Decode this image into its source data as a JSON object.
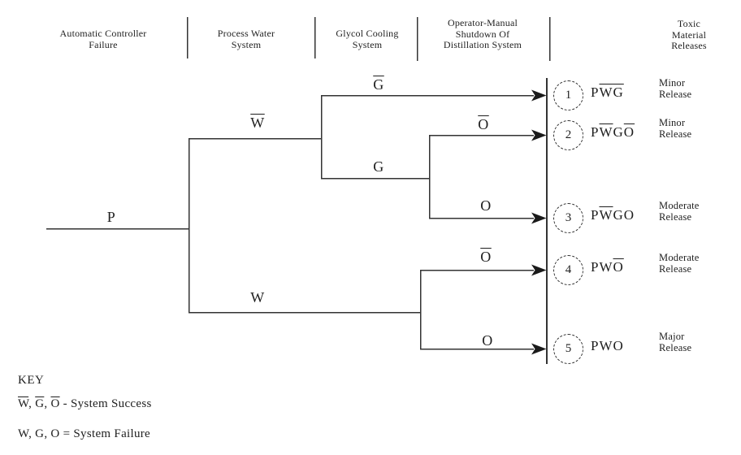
{
  "diagram": {
    "columns": [
      {
        "title": "Automatic Controller\nFailure"
      },
      {
        "title": "Process Water\nSystem"
      },
      {
        "title": "Glycol Cooling\nSystem"
      },
      {
        "title": "Operator-Manual\nShutdown Of\nDistillation System"
      },
      {
        "title": "Toxic Material\nReleases"
      }
    ],
    "initiating_event": {
      "label": "P"
    },
    "branches": {
      "w_success": [
        {
          "t": "W",
          "bar": true
        }
      ],
      "w_failure": [
        {
          "t": "W"
        }
      ],
      "g_success": [
        {
          "t": "G",
          "bar": true
        }
      ],
      "g_failure": [
        {
          "t": "G"
        }
      ],
      "o_success_upper": [
        {
          "t": "O",
          "bar": true
        }
      ],
      "o_failure_upper": [
        {
          "t": "O"
        }
      ],
      "o_success_lower": [
        {
          "t": "O",
          "bar": true
        }
      ],
      "o_failure_lower": [
        {
          "t": "O"
        }
      ]
    },
    "outcomes": [
      {
        "number": "1",
        "sequence": [
          {
            "t": "P"
          },
          {
            "t": "W",
            "bar": true
          },
          {
            "t": "G",
            "bar": true
          }
        ],
        "release": "Minor\nRelease"
      },
      {
        "number": "2",
        "sequence": [
          {
            "t": "P"
          },
          {
            "t": "W",
            "bar": true
          },
          {
            "t": "G"
          },
          {
            "t": "O",
            "bar": true
          }
        ],
        "release": "Minor\nRelease"
      },
      {
        "number": "3",
        "sequence": [
          {
            "t": "P"
          },
          {
            "t": "W",
            "bar": true
          },
          {
            "t": "G"
          },
          {
            "t": "O"
          }
        ],
        "release": "Moderate\nRelease"
      },
      {
        "number": "4",
        "sequence": [
          {
            "t": "P"
          },
          {
            "t": "W"
          },
          {
            "t": "O",
            "bar": true
          }
        ],
        "release": "Moderate\nRelease"
      },
      {
        "number": "5",
        "sequence": [
          {
            "t": "P"
          },
          {
            "t": "W"
          },
          {
            "t": "O"
          }
        ],
        "release": "Major\nRelease"
      }
    ],
    "key": {
      "title": "KEY",
      "success_segments": [
        {
          "t": "W",
          "bar": true
        },
        {
          "t": ", "
        },
        {
          "t": "G",
          "bar": true
        },
        {
          "t": ", "
        },
        {
          "t": "O",
          "bar": true
        },
        {
          "t": " - System Success"
        }
      ],
      "failure_text": "W, G, O = System Failure"
    },
    "colors": {
      "line": "#333333",
      "text": "#1f1f1f",
      "background": "#ffffff"
    }
  }
}
